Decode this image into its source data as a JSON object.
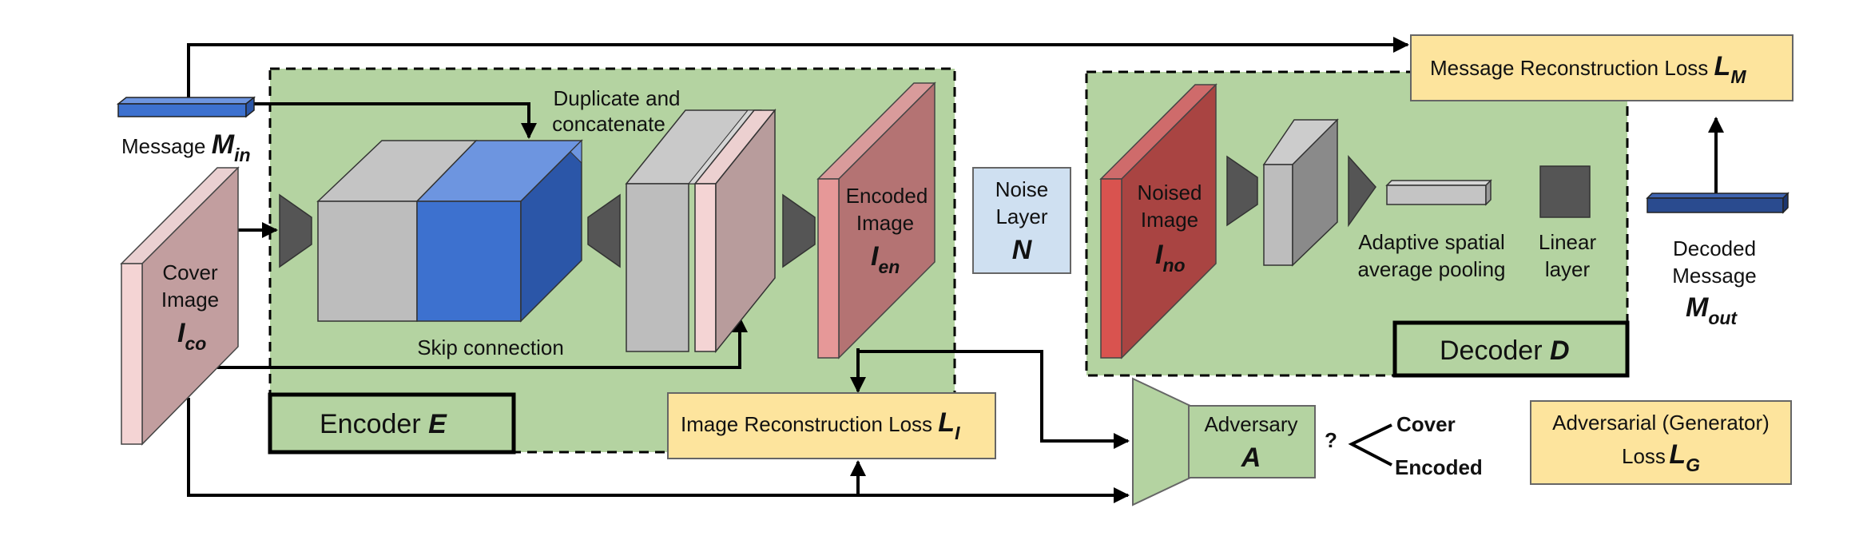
{
  "colors": {
    "encoder_region": "#b4d3a1",
    "loss_box": "#fde49d",
    "noise_box": "#cfe0f1",
    "cover_image": "#c29e9f",
    "encoded_image": "#b47373",
    "noised_image": "#a94442",
    "feature_blue": "#3d71cf",
    "feature_gray": "#bdbdbd",
    "decoded_message": "#2a4b8f"
  },
  "icons": [
    "conv-block-icon",
    "message-bar-icon",
    "image-slab-icon",
    "feature-cube-icon",
    "discriminator-trapezoid-icon"
  ],
  "message_in": {
    "label": "Message",
    "symbol": "M",
    "subscript": "in"
  },
  "cover_image": {
    "line1": "Cover",
    "line2": "Image",
    "symbol": "I",
    "subscript": "co"
  },
  "encoder": {
    "title": "Encoder",
    "symbol": "E",
    "duplicate_line1": "Duplicate and",
    "duplicate_line2": "concatenate",
    "skip_connection": "Skip connection"
  },
  "encoded_image": {
    "line1": "Encoded",
    "line2": "Image",
    "symbol": "I",
    "subscript": "en"
  },
  "noise_layer": {
    "line1": "Noise",
    "line2": "Layer",
    "symbol": "N"
  },
  "decoder": {
    "title": "Decoder",
    "symbol": "D",
    "pooling_line1": "Adaptive spatial",
    "pooling_line2": "average pooling",
    "linear_line1": "Linear",
    "linear_line2": "layer"
  },
  "noised_image": {
    "line1": "Noised",
    "line2": "Image",
    "symbol": "I",
    "subscript": "no"
  },
  "message_loss": {
    "label": "Message Reconstruction Loss",
    "symbol": "L",
    "subscript": "M"
  },
  "image_loss": {
    "label": "Image Reconstruction Loss",
    "symbol": "L",
    "subscript": "I"
  },
  "adversary": {
    "label": "Adversary",
    "symbol": "A",
    "question": "?",
    "out_cover": "Cover",
    "out_encoded": "Encoded"
  },
  "adversarial_loss": {
    "line1": "Adversarial (Generator)",
    "line2": "Loss",
    "symbol": "L",
    "subscript": "G"
  },
  "decoded_message": {
    "line1": "Decoded",
    "line2": "Message",
    "symbol": "M",
    "subscript": "out"
  }
}
